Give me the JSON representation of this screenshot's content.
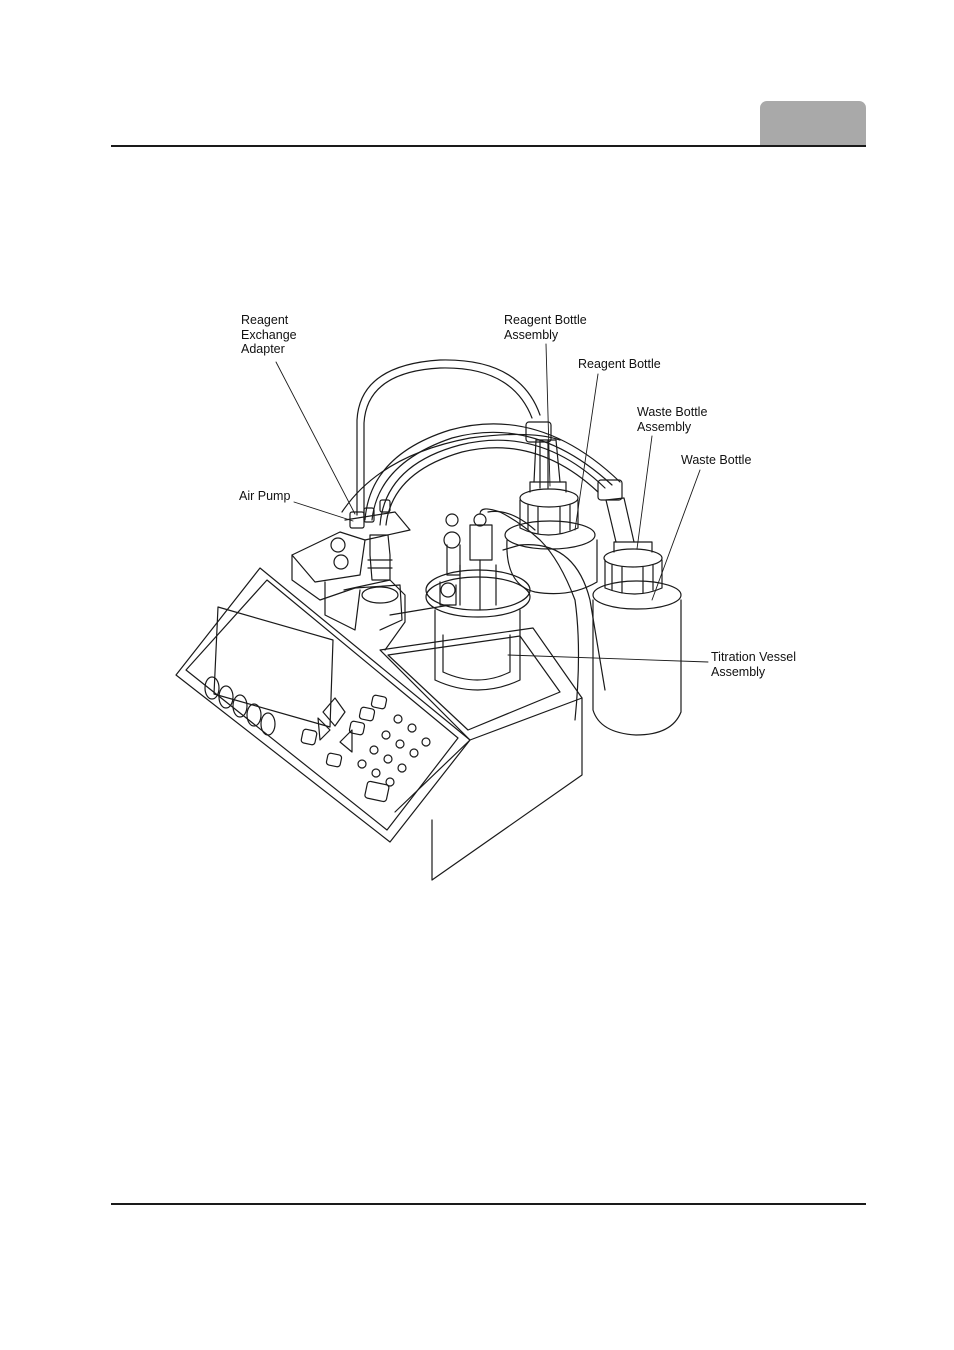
{
  "figure": {
    "labels": {
      "reagent_exchange_adapter": [
        "Reagent",
        "Exchange",
        "Adapter"
      ],
      "air_pump": [
        "Air Pump"
      ],
      "reagent_bottle_assembly": [
        "Reagent Bottle",
        "Assembly"
      ],
      "reagent_bottle": [
        "Reagent Bottle"
      ],
      "waste_bottle_assembly": [
        "Waste Bottle",
        "Assembly"
      ],
      "waste_bottle": [
        "Waste Bottle"
      ],
      "titration_vessel_assembly": [
        "Titration Vessel",
        "Assembly"
      ]
    }
  },
  "colors": {
    "line": "#1a1a1a",
    "tab": "#a9a9a9",
    "background": "#ffffff"
  }
}
